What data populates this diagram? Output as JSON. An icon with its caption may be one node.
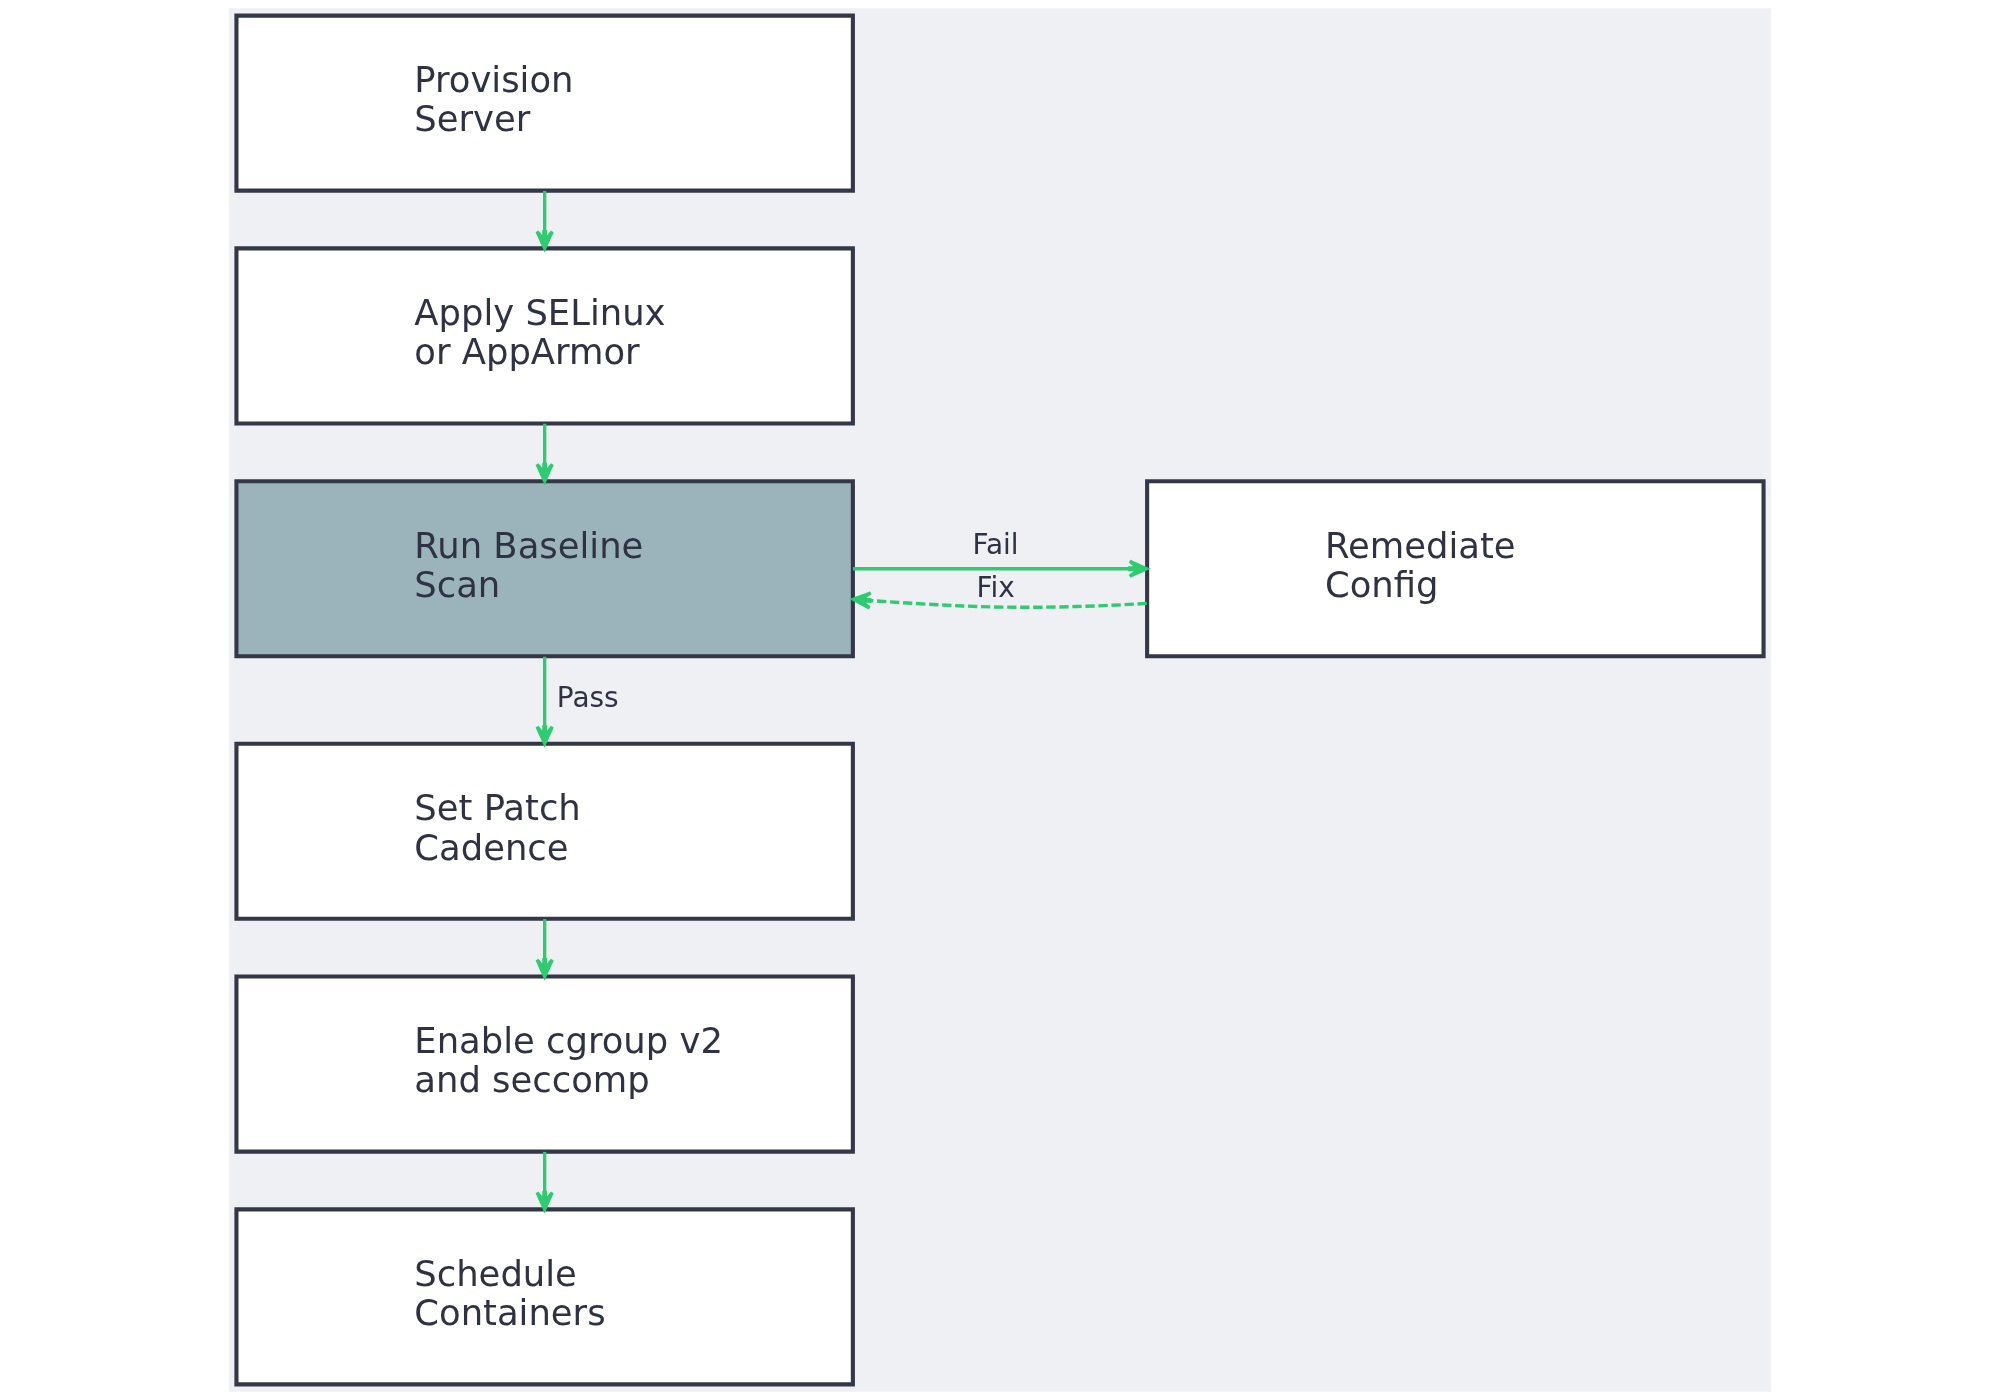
{
  "diagram": {
    "nodes": [
      {
        "text": [
          "Provision Server"
        ]
      },
      {
        "text": [
          "Apply SELinux or AppArmor"
        ]
      },
      {
        "text": [
          "Run Baseline Scan"
        ]
      },
      {
        "text": [
          "Remediate Config"
        ]
      },
      {
        "text": [
          "Set Patch Cadence"
        ]
      },
      {
        "text": [
          "Enable cgroup v2 and seccomp"
        ]
      },
      {
        "text": [
          "Schedule Containers"
        ]
      }
    ],
    "edges": [
      {
        "from": 0,
        "to": 1,
        "arrow": "to"
      },
      {
        "from": 1,
        "to": 2,
        "arrow": "to"
      },
      {
        "from": 2,
        "to": 3,
        "arrow": "to",
        "label": "Fail"
      },
      {
        "from": 3,
        "to": 2,
        "arrow": "to",
        "label": "Fix",
        "style": "dashed"
      },
      {
        "from": 2,
        "to": 4,
        "arrow": "to",
        "label": "Pass"
      },
      {
        "from": 4,
        "to": 5,
        "arrow": "to"
      },
      {
        "from": 5,
        "to": 6,
        "arrow": "to"
      }
    ]
  }
}
